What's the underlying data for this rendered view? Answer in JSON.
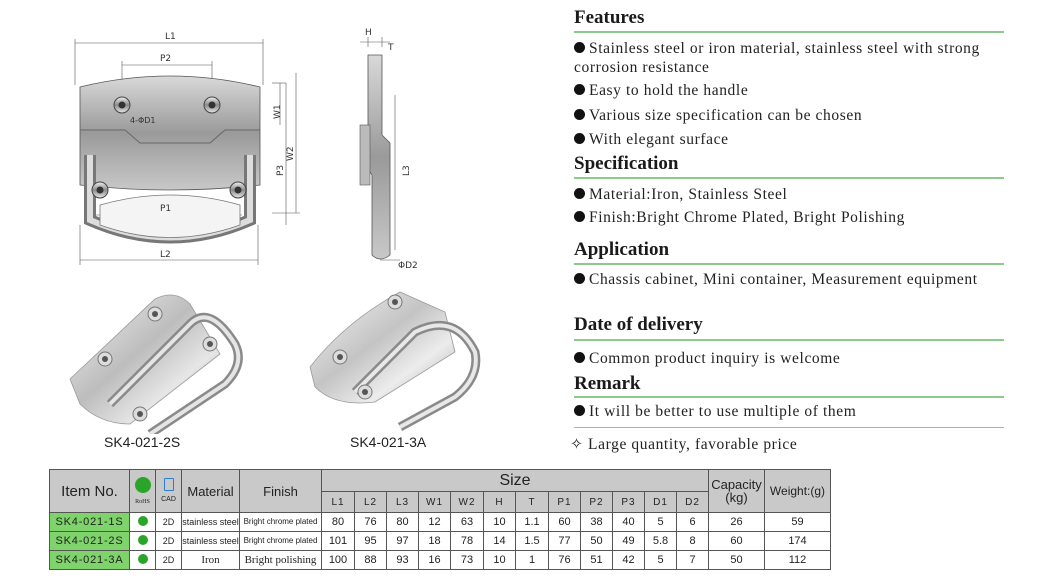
{
  "drawing": {
    "dims": [
      "L1",
      "P2",
      "W1",
      "W2",
      "P3",
      "P1",
      "L2",
      "H",
      "T",
      "L3",
      "D2",
      "4-ΦD1"
    ]
  },
  "photos": [
    {
      "caption": "SK4-021-2S"
    },
    {
      "caption": "SK4-021-3A"
    }
  ],
  "sections": {
    "features": {
      "title": "Features",
      "items": [
        "Stainless steel or iron material, stainless steel with strong corrosion resistance",
        "Easy to hold the handle",
        "Various size specification can be chosen",
        "With elegant surface"
      ]
    },
    "specification": {
      "title": "Specification",
      "items": [
        "Material:Iron, Stainless Steel",
        "Finish:Bright Chrome Plated, Bright Polishing"
      ]
    },
    "application": {
      "title": "Application",
      "items": [
        "Chassis cabinet,  Mini container, Measurement equipment"
      ]
    },
    "delivery": {
      "title": "Date of delivery",
      "items": [
        "Common product inquiry is welcome"
      ]
    },
    "remark": {
      "title": "Remark",
      "items": [
        "It will be better to use multiple of them"
      ]
    },
    "note": "✧ Large quantity, favorable price"
  },
  "table": {
    "header": {
      "item_no": "Item No.",
      "rohs": "RoHS",
      "cad": "CAD",
      "material": "Material",
      "finish": "Finish",
      "size": "Size",
      "capacity": "Capacity",
      "capacity_unit": "(kg)",
      "weight": "Weight:(g)"
    },
    "size_cols": [
      "L1",
      "L2",
      "L3",
      "W1",
      "W2",
      "H",
      "T",
      "P1",
      "P2",
      "P3",
      "D1",
      "D2"
    ],
    "rows": [
      {
        "item": "SK4-021-1S",
        "cad": "2D",
        "material": "stainless steel",
        "finish": "Bright chrome plated",
        "sizes": [
          "80",
          "76",
          "80",
          "12",
          "63",
          "10",
          "1.1",
          "60",
          "38",
          "40",
          "5",
          "6"
        ],
        "capacity": "26",
        "weight": "59"
      },
      {
        "item": "SK4-021-2S",
        "cad": "2D",
        "material": "stainless steel",
        "finish": "Bright chrome plated",
        "sizes": [
          "101",
          "95",
          "97",
          "18",
          "78",
          "14",
          "1.5",
          "77",
          "50",
          "49",
          "5.8",
          "8"
        ],
        "capacity": "60",
        "weight": "174"
      },
      {
        "item": "SK4-021-3A",
        "cad": "2D",
        "material": "Iron",
        "finish": "Bright polishing",
        "sizes": [
          "100",
          "88",
          "93",
          "16",
          "73",
          "10",
          "1",
          "76",
          "51",
          "42",
          "5",
          "7"
        ],
        "capacity": "50",
        "weight": "112"
      }
    ]
  }
}
